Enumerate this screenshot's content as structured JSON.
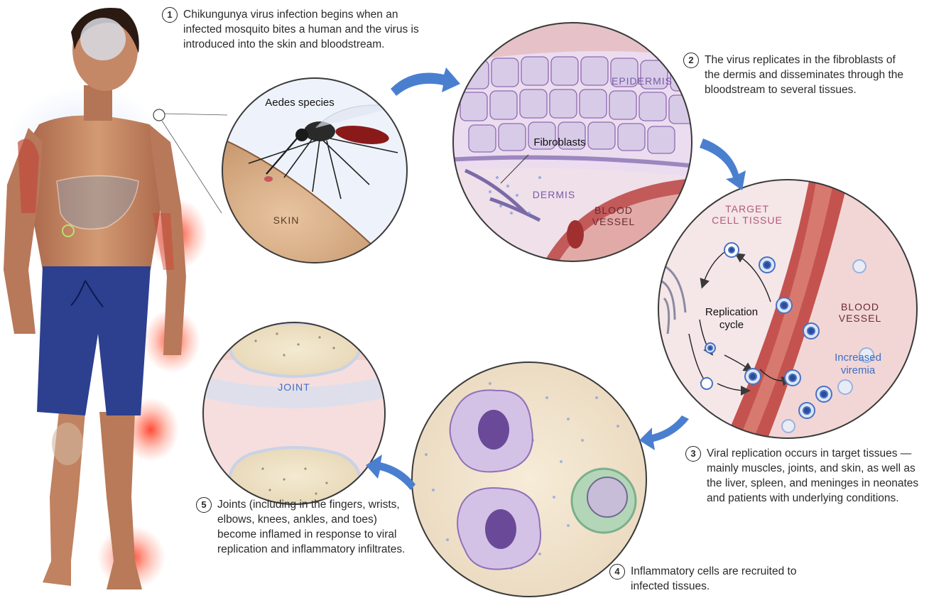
{
  "steps": [
    {
      "number": "1",
      "text": "Chikungunya virus infection begins when an infected mosquito bites a human and the virus is introduced into the skin and bloodstream."
    },
    {
      "number": "2",
      "text": "The virus replicates in the fibroblasts of the dermis and disseminates through the bloodstream to several tissues."
    },
    {
      "number": "3",
      "text": "Viral replication occurs in target tissues — mainly muscles, joints, and skin, as well as the liver, spleen, and meninges in neonates and patients with underlying conditions."
    },
    {
      "number": "4",
      "text": "Inflammatory cells are recruited to infected tissues."
    },
    {
      "number": "5",
      "text": "Joints (including in the fingers, wrists, elbows, knees, ankles, and toes) become inflamed in response to viral replication and inflammatory infiltrates."
    }
  ],
  "labels": {
    "aedes": "Aedes species",
    "skin": "SKIN",
    "epidermis": "EPIDERMIS",
    "fibroblasts": "Fibroblasts",
    "dermis": "DERMIS",
    "blood_vessel_1": "BLOOD VESSEL",
    "target_cell_tissue": "TARGET CELL TISSUE",
    "replication_cycle": "Replication cycle",
    "blood_vessel_2": "BLOOD VESSEL",
    "increased_viremia": "Increased viremia",
    "joint": "JOINT"
  },
  "colors": {
    "arrow": "#4a7fd0",
    "inflammation": "#e04030",
    "shorts": "#2d3f8f",
    "skin_tone": "#c98a62",
    "label_purple": "#7a5aa6",
    "label_maroon": "#6a2a34",
    "label_blue": "#3d6fc4"
  }
}
